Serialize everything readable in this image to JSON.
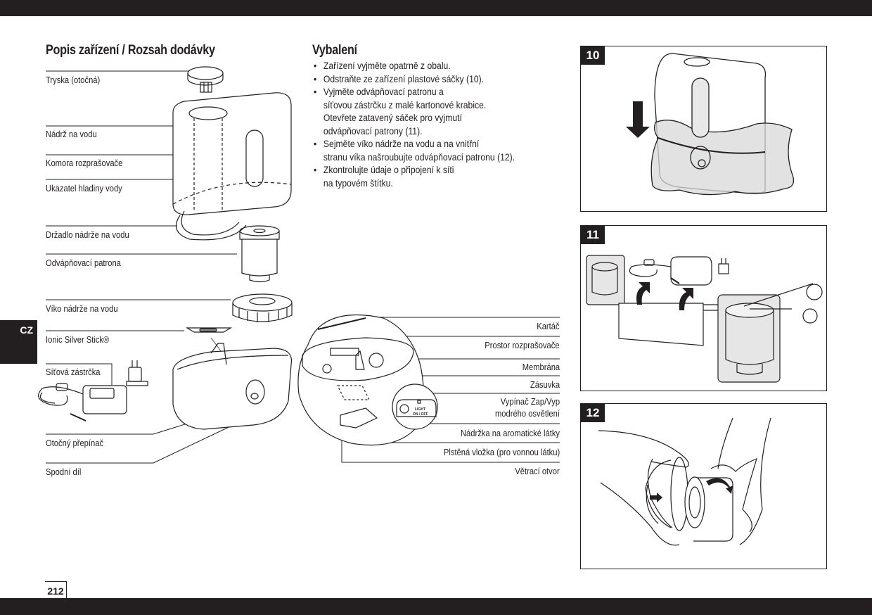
{
  "page": {
    "language_tab": "CZ",
    "page_number": "212"
  },
  "description": {
    "title": "Popis zařízení / Rozsah dodávky",
    "left_labels": [
      "Tryska (otočná)",
      "Nádrž na vodu",
      "Komora rozprašovače",
      "Ukazatel hladiny vody",
      "Držadlo nádrže na vodu",
      "Odvápňovací patrona",
      "Víko nádrže na vodu",
      "Ionic Silver Stick®",
      "Síťová zástrčka",
      "Otočný přepínač",
      "Spodní díl"
    ],
    "right_labels": [
      "Kartáč",
      "Prostor rozprašovače",
      "Membrána",
      "Zásuvka",
      "Vypínač Zap/Vyp",
      "modrého osvětlení",
      "Nádržka na aromatické látky",
      "Plstěná vložka (pro vonnou látku)",
      "Větrací otvor"
    ],
    "switch_panel": {
      "light": "LIGHT",
      "on_off": "ON / OFF"
    }
  },
  "unpacking": {
    "title": "Vybalení",
    "bullets": [
      [
        "Zařízení vyjměte opatrně z obalu."
      ],
      [
        "Odstraňte ze zařízení plastové sáčky (10)."
      ],
      [
        "Vyjměte odvápňovací patronu a",
        "síťovou zástrčku z malé kartonové krabice.",
        "Otevřete zatavený sáček pro vyjmutí",
        "odvápňovací patrony (11)."
      ],
      [
        "Sejměte víko nádrže na vodu a na vnitřní",
        "stranu víka našroubujte odvápňovací patronu (12)."
      ],
      [
        "Zkontrolujte údaje o připojení k síti",
        "na typovém štítku."
      ]
    ]
  },
  "figures": [
    {
      "number": "10",
      "subject": "humidifier-in-plastic-bag"
    },
    {
      "number": "11",
      "subject": "box-cartridge-adapter-scissors"
    },
    {
      "number": "12",
      "subject": "screw-cartridge-onto-lid"
    }
  ]
}
